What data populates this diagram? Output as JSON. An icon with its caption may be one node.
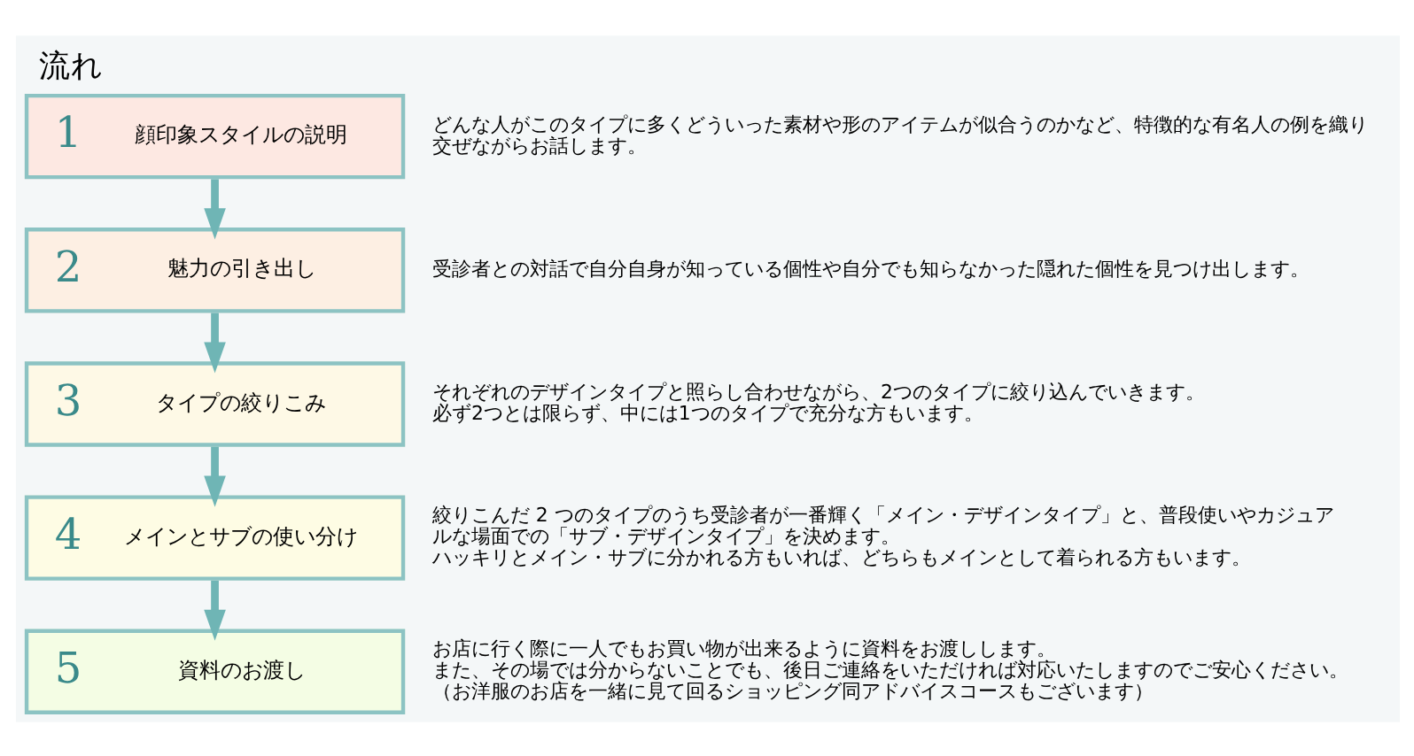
{
  "diagram": {
    "title": "流れ",
    "nodes": [
      {
        "text": [
          "1",
          "顔印象スタイルの説明"
        ],
        "beside": [
          "どんな人がこのタイプに多くどういった素材や形のアイテムが似合うのかなど、特徴的な有名人の例を織り交ぜながらお話します。"
        ]
      },
      {
        "text": [
          "2",
          "魅力の引き出し"
        ],
        "beside": [
          "受診者との対話で自分自身が知っている個性や自分でも知らなかった隠れた個性を見つけ出します。"
        ]
      },
      {
        "text": [
          "3",
          "タイプの絞りこみ"
        ],
        "beside": [
          "それぞれのデザインタイプと照らし合わせながら、2つのタイプに絞り込んでいきます。",
          "必ず2つとは限らず、中には1つのタイプで充分な方もいます。"
        ]
      },
      {
        "text": [
          "4",
          "メインとサブの使い分け"
        ],
        "beside": [
          "絞りこんだ 2 つのタイプのうち受診者が一番輝く「メイン・デザインタイプ」と、普段使いやカジュアルな場面での「サブ・デザインタイプ」を決めます。",
          "ハッキリとメイン・サブに分かれる方もいれば、どちらもメインとして着られる方もいます。"
        ]
      },
      {
        "text": [
          "5",
          "資料のお渡し"
        ],
        "beside": [
          "お店に行く際に一人でもお買い物が出来るように資料をお渡しします。",
          "また、その場では分からないことでも、後日ご連絡をいただければ対応いたしますのでご安心ください。",
          "（お洋服のお店を一緒に見て回るショッピング同アドバイスコースもございます）"
        ]
      }
    ],
    "edges": [
      {
        "from": 0,
        "to": 1,
        "arrow": "to"
      },
      {
        "from": 1,
        "to": 2,
        "arrow": "to"
      },
      {
        "from": 2,
        "to": 3,
        "arrow": "to"
      },
      {
        "from": 3,
        "to": 4,
        "arrow": "to"
      }
    ]
  }
}
